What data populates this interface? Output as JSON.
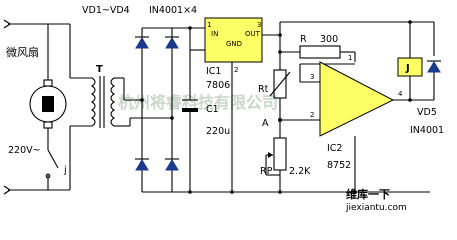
{
  "labels": {
    "vd1_vd4": "VD1~VD4",
    "in4001_x4": "IN4001×4",
    "fan": "微风扇",
    "transformer": "T",
    "mains": "220V~",
    "switch": "j",
    "ic1": "IC1",
    "ic1_type": "7806",
    "ic1_in": "IN",
    "ic1_out": "OUT",
    "ic1_gnd": "GND",
    "ic1_pin1": "1",
    "ic1_pin2": "2",
    "ic1_pin3": "3",
    "c1": "C1",
    "c1_value": "220u",
    "r": "R",
    "r_value": "300",
    "rt": "Rt",
    "node_a": "A",
    "rp": "RP",
    "rp_value": "2.2K",
    "ic2": "IC2",
    "ic2_type": "8752",
    "ic2_pin1": "1",
    "ic2_pin2": "2",
    "ic2_pin3": "3",
    "ic2_pin4": "4",
    "relay": "J",
    "vd5": "VD5",
    "vd5_type": "IN4001"
  },
  "watermarks": {
    "center": "杭州将睿科技有限公司",
    "logo": "维库一下",
    "url": "jiexiantu.com"
  },
  "colors": {
    "wire": "#000000",
    "diode": "#1b3a8c",
    "regulator": "#ffff66",
    "opamp": "#ffff66",
    "relay": "#ffff66",
    "watermark_logo": "#d62a2a",
    "watermark_url": "#d62a2a"
  }
}
